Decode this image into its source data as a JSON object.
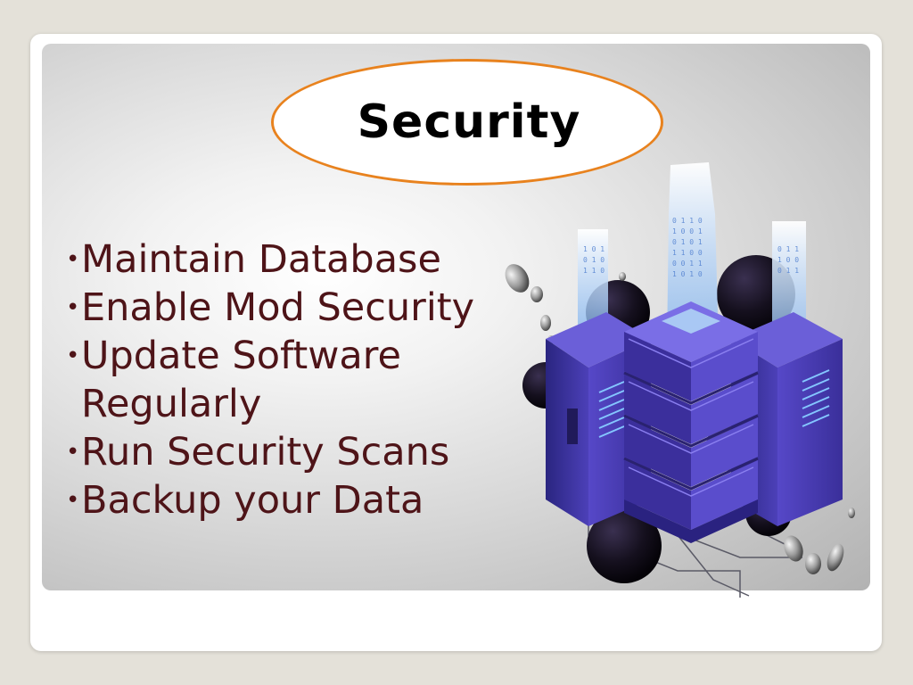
{
  "slide": {
    "title": "Security",
    "bullets": [
      "Maintain Database",
      "Enable Mod Security",
      "Update Software\nRegularly",
      "Run Security Scans",
      "Backup your Data"
    ]
  },
  "colors": {
    "background": "#e4e1d9",
    "oval_border": "#e8821e",
    "bullet_text": "#4e1418",
    "server_purple": "#4a3fb0",
    "server_light": "#7da6e8"
  },
  "illustration": {
    "icon": "server-security-icon"
  }
}
